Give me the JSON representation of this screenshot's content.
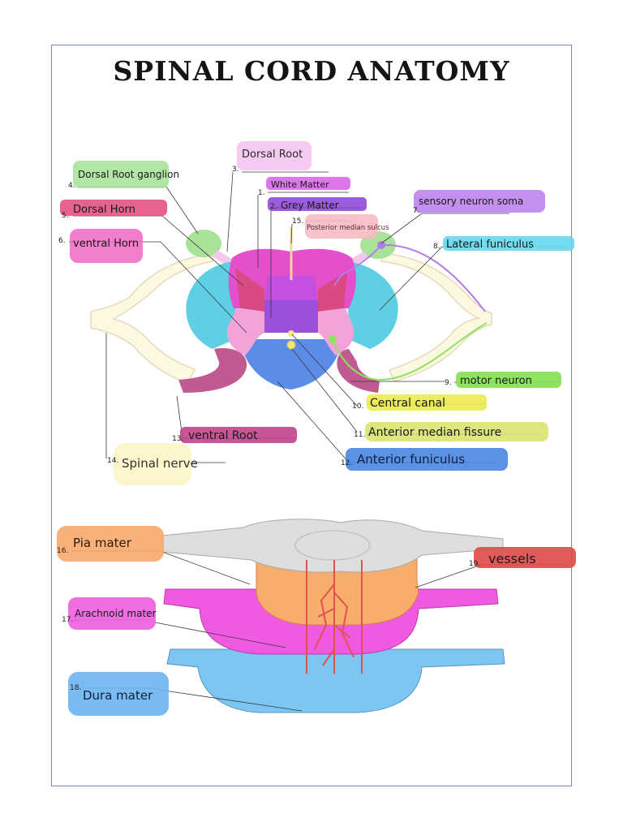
{
  "title": "SPINAL CORD ANATOMY",
  "colors": {
    "white_matter": "#e450cc",
    "grey_matter": "#9a4fdd",
    "dorsal_horn": "#d94a85",
    "ventral_horn": "#f4a3d9",
    "lateral_funiculus": "#5fd0e3",
    "anterior_funiculus": "#5b8de8",
    "ventral_root": "#c25a92",
    "ganglion": "#a9e39a",
    "spinal_nerve": "#fdf8e2",
    "motor_neuron": "#8ee25f",
    "sensory_neuron": "#b57de8",
    "pia_mater": "#f7ae6c",
    "arachnoid_mater": "#ef5ae0",
    "dura_mater": "#7cc6f3",
    "vessels": "#e0524e"
  },
  "labels": {
    "l1": {
      "num": "1.",
      "text": "White Matter",
      "bg": "#d85ee8"
    },
    "l2": {
      "num": "2.",
      "text": "Grey Matter",
      "bg": "#8a3fd6"
    },
    "l3": {
      "num": "3.",
      "text": "Dorsal Root",
      "bg": "#f3c2ee"
    },
    "l4": {
      "num": "4.",
      "text": "Dorsal Root ganglion",
      "bg": "#a9e39a"
    },
    "l5": {
      "num": "5.",
      "text": "Dorsal Horn",
      "bg": "#e2527f"
    },
    "l6": {
      "num": "6.",
      "text": "ventral Horn",
      "bg": "#f06fc7"
    },
    "l7": {
      "num": "7.",
      "text": "sensory neuron soma",
      "bg": "#b87ded"
    },
    "l8": {
      "num": "8.",
      "text": "Lateral funiculus",
      "bg": "#66d7ec"
    },
    "l9": {
      "num": "9.",
      "text": "motor neuron",
      "bg": "#83e04f"
    },
    "l10": {
      "num": "10.",
      "text": "Central canal",
      "bg": "#ecea4f"
    },
    "l11": {
      "num": "11.",
      "text": "Anterior median fissure",
      "bg": "#d8e26a"
    },
    "l12": {
      "num": "12.",
      "text": "Anterior funiculus",
      "bg": "#4a86e0"
    },
    "l13": {
      "num": "13.",
      "text": "ventral Root",
      "bg": "#c2428b"
    },
    "l14": {
      "num": "14.",
      "text": "Spinal nerve",
      "bg": "#fbf6c8"
    },
    "l15": {
      "num": "15.",
      "text": "Posterior median sulcus",
      "bg": "#f6bbc4"
    },
    "l16": {
      "num": "16.",
      "text": "Pia mater",
      "bg": "#f9a86a"
    },
    "l17": {
      "num": "17.",
      "text": "Arachnoid mater",
      "bg": "#ee5edf"
    },
    "l18": {
      "num": "18.",
      "text": "Dura mater",
      "bg": "#6cb4f0"
    },
    "l19": {
      "num": "19.",
      "text": "vessels",
      "bg": "#e04848"
    }
  }
}
